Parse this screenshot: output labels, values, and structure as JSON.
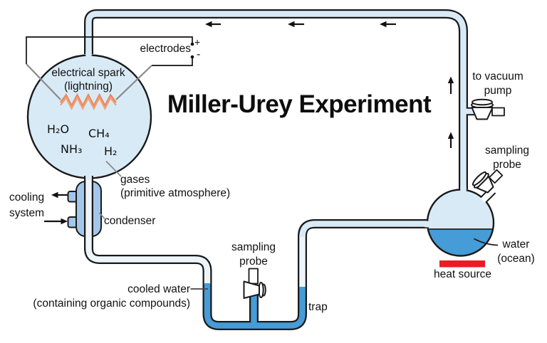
{
  "title": "Miller-Urey Experiment",
  "labels": {
    "electrodes": "electrodes",
    "plus": "+",
    "minus": "-",
    "spark1": "electrical spark",
    "spark2": "(lightning)",
    "h2o": "H₂O",
    "ch4": "CH₄",
    "nh3": "NH₃",
    "h2": "H₂",
    "gases1": "gases",
    "gases2": "(primitive atmosphere)",
    "cooling1": "cooling",
    "cooling2": "system",
    "condenser": "condenser",
    "cooled1": "cooled water",
    "cooled2": "(containing organic compounds)",
    "probe_trap1": "sampling",
    "probe_trap2": "probe",
    "trap": "trap",
    "vacuum1": "to vacuum",
    "vacuum2": "pump",
    "probe_flask1": "sampling",
    "probe_flask2": "probe",
    "water1": "water",
    "water2": "(ocean)",
    "heat": "heat source"
  },
  "colors": {
    "outline": "#1A1A1A",
    "gas_tube_fill": "#D9EAF7",
    "condensate_tube_fill": "#EDF5FB",
    "liquid_blue": "#459CD6",
    "condenser_blue": "#A3C7EB",
    "heat_red": "#EC1B25",
    "spark_orange": "#E8875A",
    "electrode_rod_gray": "#8A8A8A"
  }
}
